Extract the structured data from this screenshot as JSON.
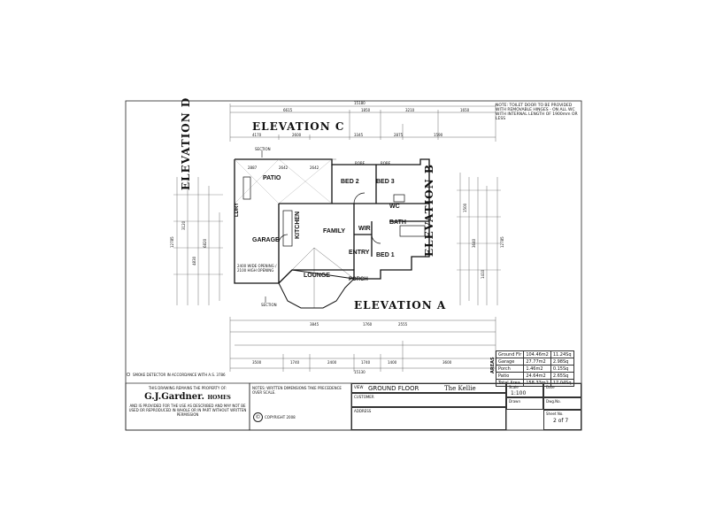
{
  "notes": {
    "toilet_door": "NOTE: TOILET DOOR TO BE PROVIDED WITH REMOVABLE HINGES - ON ALL WC WITH INTERNAL LENGTH OF 1900mm OR LESS",
    "smoke_detector": "SMOKE DETECTOR IN ACCORDANCE WITH A.S. 3786",
    "general": "NOTES: WRITTEN DIMENSIONS TAKE PRECEDENCE OVER SCALE."
  },
  "elevations": {
    "a": "ELEVATION A",
    "b": "ELEVATION B",
    "c": "ELEVATION C",
    "d": "ELEVATION D"
  },
  "rooms": {
    "patio": "PATIO",
    "bed2": "BED 2",
    "bed3": "BED 3",
    "robe1": "ROBE",
    "robe2": "ROBE",
    "garage": "GARAGE",
    "kitchen": "KITCHEN",
    "family": "FAMILY",
    "wc": "WC",
    "bath": "BATH",
    "wir": "WIR",
    "entry": "ENTRY",
    "bed1": "BED 1",
    "lounge": "LOUNGE",
    "porch": "PORCH",
    "laundry": "LDRY",
    "section_top": "SECTION",
    "section_bottom": "SECTION",
    "garage_opening": "2400 WIDE OPENING / 2100 HIGH OPENING"
  },
  "dimensions": {
    "overall_width": "15180",
    "top_row": [
      "6615",
      "1850",
      "3210",
      "1650"
    ],
    "upper_row": [
      "4170",
      "2600",
      "3345",
      "2875",
      "1590"
    ],
    "patio_row": [
      "2887",
      "2642",
      "2642"
    ],
    "bottom_row": [
      "3500",
      "1740",
      "2400",
      "1740",
      "1400",
      "3600"
    ],
    "bottom_mid": [
      "3845",
      "1760",
      "2555"
    ],
    "bottom_overall": "15130",
    "left_overall": "12785",
    "right_overall": "12785",
    "left_misc": [
      "3120",
      "4830",
      "6820"
    ],
    "right_misc": [
      "1500",
      "3640",
      "1410"
    ]
  },
  "areas": {
    "header": "AREAS",
    "rows": [
      {
        "label": "Ground Flr",
        "m2": "104.46m2",
        "sq": "11.24Sq"
      },
      {
        "label": "Garage",
        "m2": "27.77m2",
        "sq": "2.98Sq"
      },
      {
        "label": "Porch",
        "m2": "1.46m2",
        "sq": "0.15Sq"
      },
      {
        "label": "Patio",
        "m2": "24.64m2",
        "sq": "2.65Sq"
      },
      {
        "label": "Total Area",
        "m2": "158.33m2",
        "sq": "17.04Sq"
      }
    ]
  },
  "company": {
    "property_line": "THIS DRAWING REMAINS THE PROPERTY OF:",
    "name": "G.J.Gardner.",
    "suffix": "HOMES",
    "legal": "AND IS PROVIDED FOR THE USE AS DESCRIBED AND MAY NOT BE USED OR REPRODUCED IN WHOLE OR IN PART WITHOUT WRITTEN PERMISSION",
    "copyright": "COPYRIGHT 2008"
  },
  "titleblock": {
    "view_label": "VIEW",
    "view": "GROUND FLOOR",
    "house": "The Kellie",
    "customer_label": "CUSTOMER",
    "address_label": "ADDRESS",
    "scale_label": "Scale",
    "scale": "1:100",
    "date_label": "Date",
    "drawn_label": "Drawn",
    "dwg_label": "Dwg.No.",
    "sheet_label": "Sheet No.",
    "sheet": "2  of  7"
  }
}
